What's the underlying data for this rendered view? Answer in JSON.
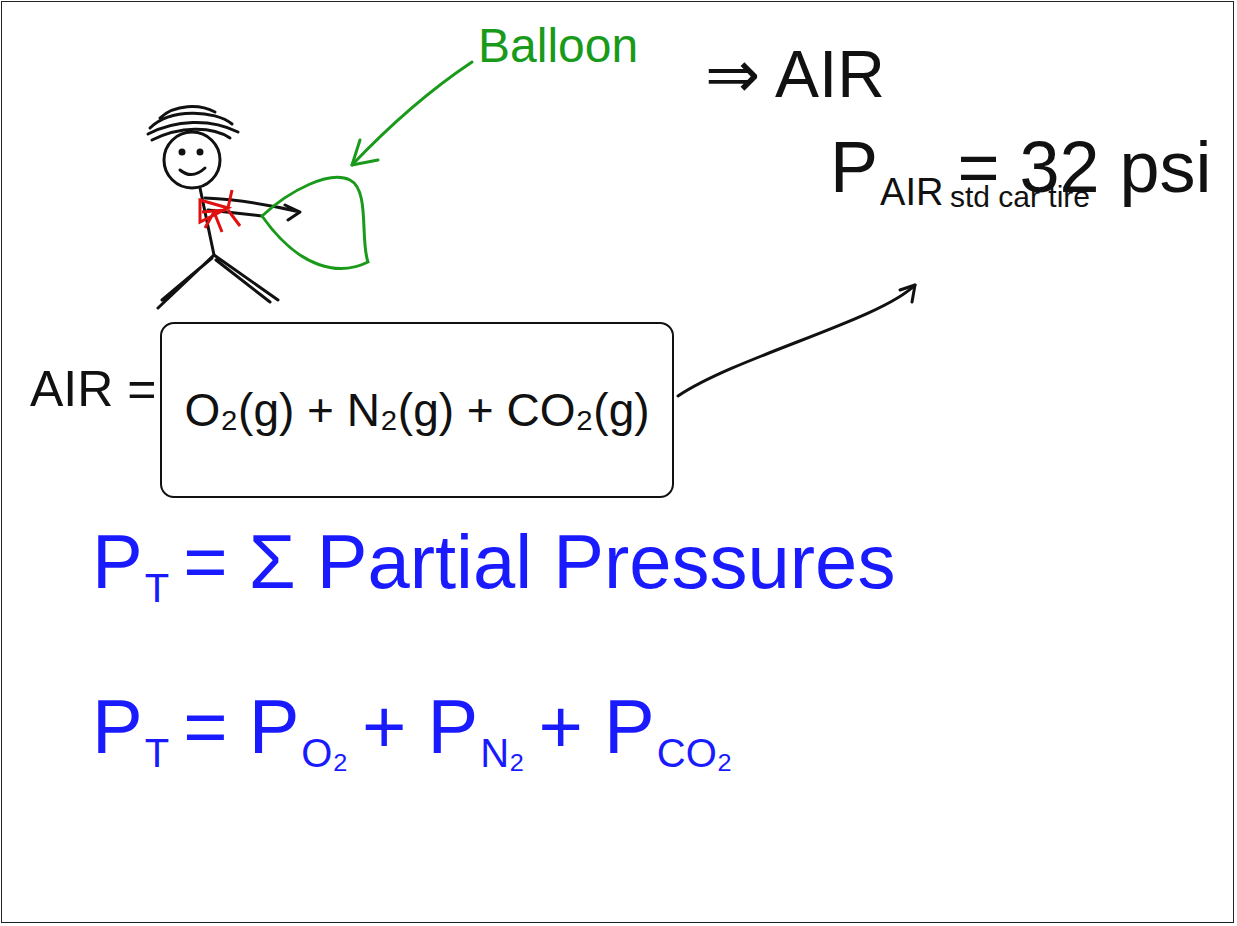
{
  "diagram": {
    "nodes": [
      {
        "text": [
          "O₂(g) + N₂(g) + CO₂(g)"
        ]
      }
    ],
    "labels": [
      "Balloon",
      "⇒ AIR",
      "P",
      "AIR",
      "= 32 psi",
      "std car tire",
      "AIR =",
      "P",
      "T",
      "= Σ Partial Pressures",
      "P",
      "T",
      "= P",
      "O₂",
      "+ P",
      "N₂",
      "+ P",
      "CO₂"
    ]
  }
}
